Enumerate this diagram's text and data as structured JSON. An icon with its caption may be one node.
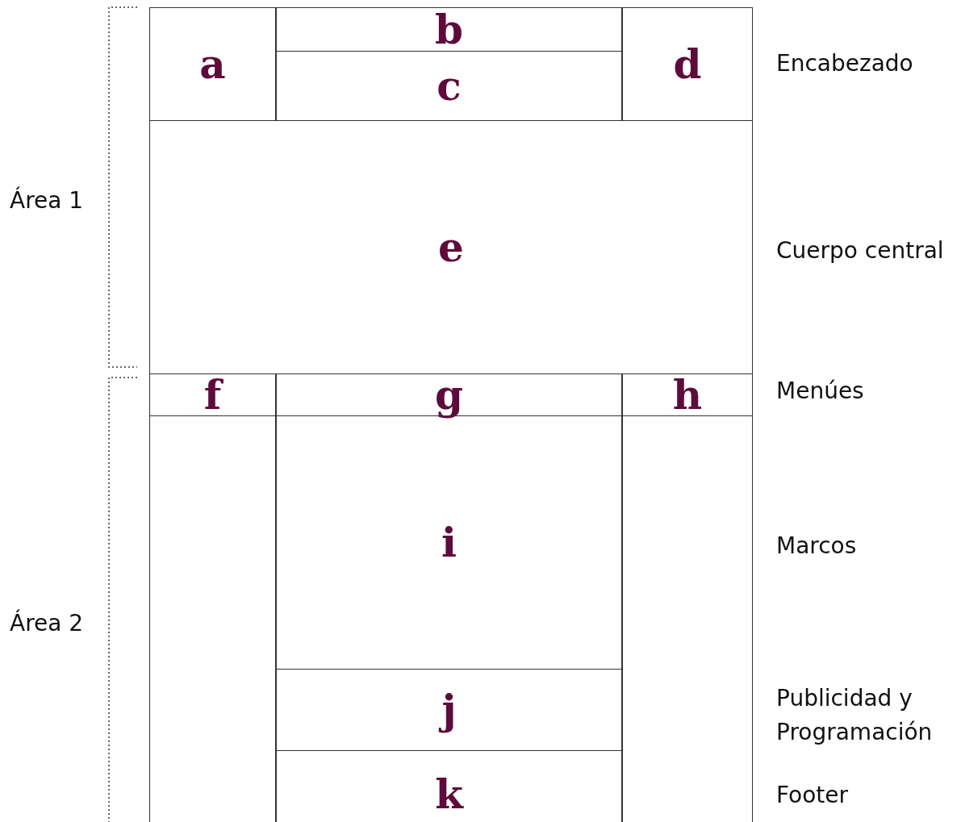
{
  "diagram": {
    "nodes": [
      {
        "text": [
          "a"
        ]
      },
      {
        "text": [
          "b"
        ]
      },
      {
        "text": [
          "c"
        ]
      },
      {
        "text": [
          "d"
        ]
      },
      {
        "text": [
          "e"
        ]
      },
      {
        "text": [
          "f"
        ]
      },
      {
        "text": [
          "g"
        ]
      },
      {
        "text": [
          "h"
        ]
      },
      {
        "text": [],
        "shape": "box"
      },
      {
        "text": [
          "i"
        ]
      },
      {
        "text": [],
        "shape": "box"
      },
      {
        "text": [
          "j"
        ]
      },
      {
        "text": [
          "k"
        ]
      }
    ],
    "labels": [
      "Área 1",
      "Encabezado",
      "Cuerpo central",
      "Menúes",
      "Área 2",
      "Marcos",
      "Publicidad y Programación",
      "Footer"
    ]
  }
}
